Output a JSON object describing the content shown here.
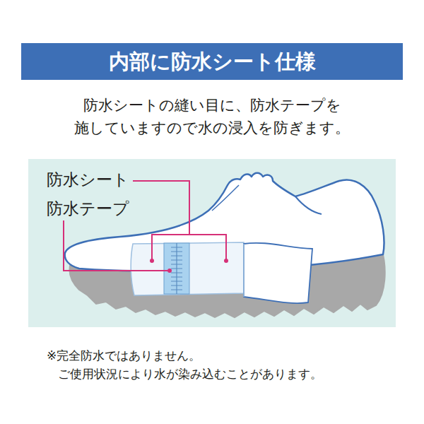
{
  "diagram": {
    "title": "内部に防水シート仕様",
    "labels": [
      "防水シートの縫い目に、防水テープを",
      "施していますので水の浸入を防ぎます。",
      "防水シート",
      "防水テープ",
      "※完全防水ではありません。",
      "ご使用状況により水が染み込むことがあります。"
    ]
  }
}
